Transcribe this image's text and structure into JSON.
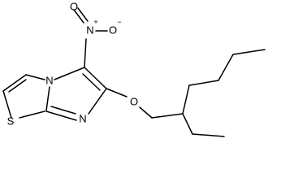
{
  "molecule": {
    "atoms": {
      "sulfur": "S",
      "ring_nitrogen_bridge": "N",
      "ring_nitrogen": "N",
      "nitro_nitrogen": "N",
      "nitro_nitrogen_charge": "+",
      "nitro_oxygen_top": "O",
      "nitro_oxygen_right": "O",
      "nitro_oxygen_charge": "−",
      "ether_oxygen": "O"
    }
  }
}
